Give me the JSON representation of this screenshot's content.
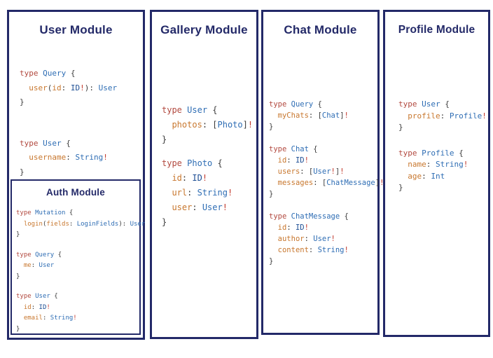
{
  "colors": {
    "navy": "#232968",
    "kw": "#b2493f",
    "type": "#2e6db4",
    "id": "#1d4e94",
    "field": "#c8772e",
    "punct": "#3c3c3c",
    "bang": "#c23b2e"
  },
  "panels": [
    {
      "title": "User Module",
      "blocks": [
        [
          [
            [
              "kw",
              "type"
            ],
            [
              "punct",
              " "
            ],
            [
              "type",
              "Query"
            ],
            [
              "punct",
              " {"
            ]
          ],
          [
            [
              "punct",
              "  "
            ],
            [
              "field",
              "user"
            ],
            [
              "punct",
              "("
            ],
            [
              "field",
              "id"
            ],
            [
              "punct",
              ": "
            ],
            [
              "id",
              "ID"
            ],
            [
              "bang",
              "!"
            ],
            [
              "punct",
              "): "
            ],
            [
              "type",
              "User"
            ]
          ],
          [
            [
              "punct",
              "}"
            ]
          ]
        ],
        [
          [
            [
              "kw",
              "type"
            ],
            [
              "punct",
              " "
            ],
            [
              "type",
              "User"
            ],
            [
              "punct",
              " {"
            ]
          ],
          [
            [
              "punct",
              "  "
            ],
            [
              "field",
              "username"
            ],
            [
              "punct",
              ": "
            ],
            [
              "type",
              "String"
            ],
            [
              "bang",
              "!"
            ]
          ],
          [
            [
              "punct",
              "}"
            ]
          ]
        ]
      ],
      "nested": {
        "title": "Auth Module",
        "blocks": [
          [
            [
              [
                "kw",
                "type"
              ],
              [
                "punct",
                " "
              ],
              [
                "type",
                "Mutation"
              ],
              [
                "punct",
                " {"
              ]
            ],
            [
              [
                "punct",
                "  "
              ],
              [
                "field",
                "login"
              ],
              [
                "punct",
                "("
              ],
              [
                "field",
                "fields"
              ],
              [
                "punct",
                ": "
              ],
              [
                "type",
                "LoginFields"
              ],
              [
                "punct",
                "): "
              ],
              [
                "type",
                "User"
              ]
            ],
            [
              [
                "punct",
                "}"
              ]
            ]
          ],
          [
            [
              [
                "kw",
                "type"
              ],
              [
                "punct",
                " "
              ],
              [
                "type",
                "Query"
              ],
              [
                "punct",
                " {"
              ]
            ],
            [
              [
                "punct",
                "  "
              ],
              [
                "field",
                "me"
              ],
              [
                "punct",
                ": "
              ],
              [
                "type",
                "User"
              ]
            ],
            [
              [
                "punct",
                "}"
              ]
            ]
          ],
          [
            [
              [
                "kw",
                "type"
              ],
              [
                "punct",
                " "
              ],
              [
                "type",
                "User"
              ],
              [
                "punct",
                " {"
              ]
            ],
            [
              [
                "punct",
                "  "
              ],
              [
                "field",
                "id"
              ],
              [
                "punct",
                ": "
              ],
              [
                "id",
                "ID"
              ],
              [
                "bang",
                "!"
              ]
            ],
            [
              [
                "punct",
                "  "
              ],
              [
                "field",
                "email"
              ],
              [
                "punct",
                ": "
              ],
              [
                "type",
                "String"
              ],
              [
                "bang",
                "!"
              ]
            ],
            [
              [
                "punct",
                "}"
              ]
            ]
          ]
        ]
      }
    },
    {
      "title": "Gallery Module",
      "blocks": [
        [
          [
            [
              "kw",
              "type"
            ],
            [
              "punct",
              " "
            ],
            [
              "type",
              "User"
            ],
            [
              "punct",
              " {"
            ]
          ],
          [
            [
              "punct",
              "  "
            ],
            [
              "field",
              "photos"
            ],
            [
              "punct",
              ": ["
            ],
            [
              "type",
              "Photo"
            ],
            [
              "punct",
              "]"
            ],
            [
              "bang",
              "!"
            ]
          ],
          [
            [
              "punct",
              "}"
            ]
          ]
        ],
        [
          [
            [
              "kw",
              "type"
            ],
            [
              "punct",
              " "
            ],
            [
              "type",
              "Photo"
            ],
            [
              "punct",
              " {"
            ]
          ],
          [
            [
              "punct",
              "  "
            ],
            [
              "field",
              "id"
            ],
            [
              "punct",
              ": "
            ],
            [
              "id",
              "ID"
            ],
            [
              "bang",
              "!"
            ]
          ],
          [
            [
              "punct",
              "  "
            ],
            [
              "field",
              "url"
            ],
            [
              "punct",
              ": "
            ],
            [
              "type",
              "String"
            ],
            [
              "bang",
              "!"
            ]
          ],
          [
            [
              "punct",
              "  "
            ],
            [
              "field",
              "user"
            ],
            [
              "punct",
              ": "
            ],
            [
              "type",
              "User"
            ],
            [
              "bang",
              "!"
            ]
          ],
          [
            [
              "punct",
              "}"
            ]
          ]
        ]
      ]
    },
    {
      "title": "Chat Module",
      "blocks": [
        [
          [
            [
              "kw",
              "type"
            ],
            [
              "punct",
              " "
            ],
            [
              "type",
              "Query"
            ],
            [
              "punct",
              " {"
            ]
          ],
          [
            [
              "punct",
              "  "
            ],
            [
              "field",
              "myChats"
            ],
            [
              "punct",
              ": ["
            ],
            [
              "type",
              "Chat"
            ],
            [
              "punct",
              "]"
            ],
            [
              "bang",
              "!"
            ]
          ],
          [
            [
              "punct",
              "}"
            ]
          ]
        ],
        [
          [
            [
              "kw",
              "type"
            ],
            [
              "punct",
              " "
            ],
            [
              "type",
              "Chat"
            ],
            [
              "punct",
              " {"
            ]
          ],
          [
            [
              "punct",
              "  "
            ],
            [
              "field",
              "id"
            ],
            [
              "punct",
              ": "
            ],
            [
              "id",
              "ID"
            ],
            [
              "bang",
              "!"
            ]
          ],
          [
            [
              "punct",
              "  "
            ],
            [
              "field",
              "users"
            ],
            [
              "punct",
              ": ["
            ],
            [
              "type",
              "User"
            ],
            [
              "bang",
              "!"
            ],
            [
              "punct",
              "]"
            ],
            [
              "bang",
              "!"
            ]
          ],
          [
            [
              "punct",
              "  "
            ],
            [
              "field",
              "messages"
            ],
            [
              "punct",
              ": ["
            ],
            [
              "type",
              "ChatMessage"
            ],
            [
              "punct",
              "]"
            ],
            [
              "bang",
              "!"
            ]
          ],
          [
            [
              "punct",
              "}"
            ]
          ]
        ],
        [
          [
            [
              "kw",
              "type"
            ],
            [
              "punct",
              " "
            ],
            [
              "type",
              "ChatMessage"
            ],
            [
              "punct",
              " {"
            ]
          ],
          [
            [
              "punct",
              "  "
            ],
            [
              "field",
              "id"
            ],
            [
              "punct",
              ": "
            ],
            [
              "id",
              "ID"
            ],
            [
              "bang",
              "!"
            ]
          ],
          [
            [
              "punct",
              "  "
            ],
            [
              "field",
              "author"
            ],
            [
              "punct",
              ": "
            ],
            [
              "type",
              "User"
            ],
            [
              "bang",
              "!"
            ]
          ],
          [
            [
              "punct",
              "  "
            ],
            [
              "field",
              "content"
            ],
            [
              "punct",
              ": "
            ],
            [
              "type",
              "String"
            ],
            [
              "bang",
              "!"
            ]
          ],
          [
            [
              "punct",
              "}"
            ]
          ]
        ]
      ]
    },
    {
      "title": "Profile Module",
      "blocks": [
        [
          [
            [
              "kw",
              "type"
            ],
            [
              "punct",
              " "
            ],
            [
              "type",
              "User"
            ],
            [
              "punct",
              " {"
            ]
          ],
          [
            [
              "punct",
              "  "
            ],
            [
              "field",
              "profile"
            ],
            [
              "punct",
              ": "
            ],
            [
              "type",
              "Profile"
            ],
            [
              "bang",
              "!"
            ]
          ],
          [
            [
              "punct",
              "}"
            ]
          ]
        ],
        [
          [
            [
              "kw",
              "type"
            ],
            [
              "punct",
              " "
            ],
            [
              "type",
              "Profile"
            ],
            [
              "punct",
              " {"
            ]
          ],
          [
            [
              "punct",
              "  "
            ],
            [
              "field",
              "name"
            ],
            [
              "punct",
              ": "
            ],
            [
              "type",
              "String"
            ],
            [
              "bang",
              "!"
            ]
          ],
          [
            [
              "punct",
              "  "
            ],
            [
              "field",
              "age"
            ],
            [
              "punct",
              ": "
            ],
            [
              "type",
              "Int"
            ]
          ],
          [
            [
              "punct",
              "}"
            ]
          ]
        ]
      ]
    }
  ]
}
